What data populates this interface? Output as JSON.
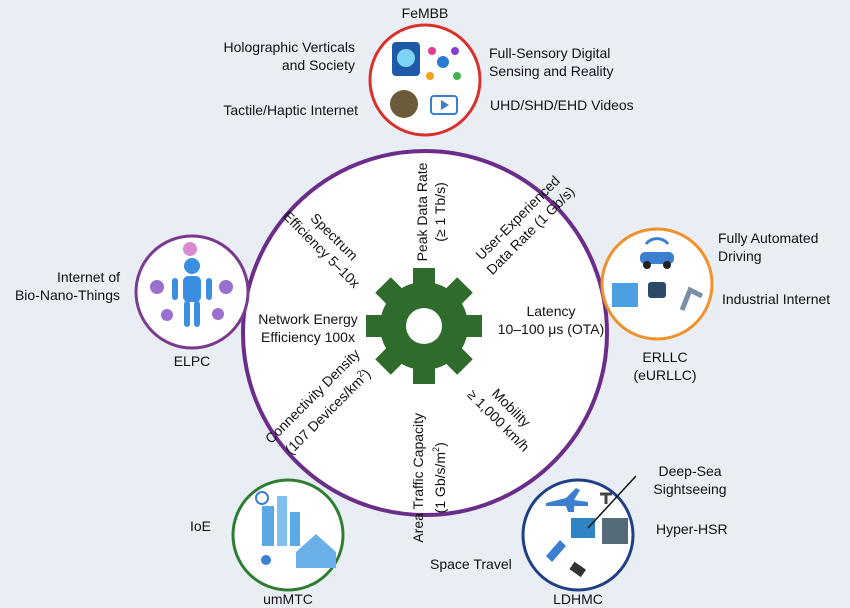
{
  "colors": {
    "background": "#e9eef5",
    "wheel_rim": "#6b2d8a",
    "gear": "#2f6b2a",
    "femb_ring": "#d9302c",
    "elpc_ring": "#7a3b8f",
    "erllc_ring": "#f0912a",
    "ummtc_ring": "#2e7d32",
    "ldhmc_ring": "#1f3f86",
    "icon_blue": "#3b7fd0"
  },
  "wheel": {
    "peak": {
      "l1": "Peak Data Rate",
      "l2": "(≥ 1 Tb/s)"
    },
    "user": {
      "l1": "User-Experienced",
      "l2": "Data Rate (1 Gb/s)"
    },
    "latency": {
      "l1": "Latency",
      "l2": "10–100 μs (OTA)"
    },
    "mobility": {
      "l1": "Mobility",
      "l2": "≥ 1,000 km/h"
    },
    "area": {
      "l1": "Area Traffic Capacity",
      "l2": "(1 Gb/s/m",
      "sup": "2",
      "end": ")"
    },
    "conn": {
      "l1": "Connectivity Density",
      "l2": "(107 Devices/km",
      "sup": "2",
      "end": ")"
    },
    "energy": {
      "l1": "Network Energy",
      "l2": "Efficiency 100x"
    },
    "spectrum": {
      "l1": "Spectrum",
      "l2": "Efficiency 5–10x"
    }
  },
  "scenarios": {
    "femb": {
      "title": "FeMBB",
      "holo": [
        "Holographic Verticals",
        "and Society"
      ],
      "tactile": "Tactile/Haptic Internet",
      "sensing": [
        "Full-Sensory Digital",
        "Sensing and Reality"
      ],
      "video": "UHD/SHD/EHD Videos"
    },
    "elpc": {
      "title": "ELPC",
      "bio": [
        "Internet of",
        "Bio-Nano-Things"
      ]
    },
    "erllc": {
      "title": [
        "ERLLC",
        "(eURLLC)"
      ],
      "driving": [
        "Fully Automated",
        "Driving"
      ],
      "industrial": "Industrial Internet"
    },
    "ummtc": {
      "title": "umMTC",
      "ioe": "IoE"
    },
    "ldhmc": {
      "title": "LDHMC",
      "deepsea": [
        "Deep-Sea",
        "Sightseeing"
      ],
      "hsr": "Hyper-HSR",
      "space": "Space Travel"
    }
  }
}
